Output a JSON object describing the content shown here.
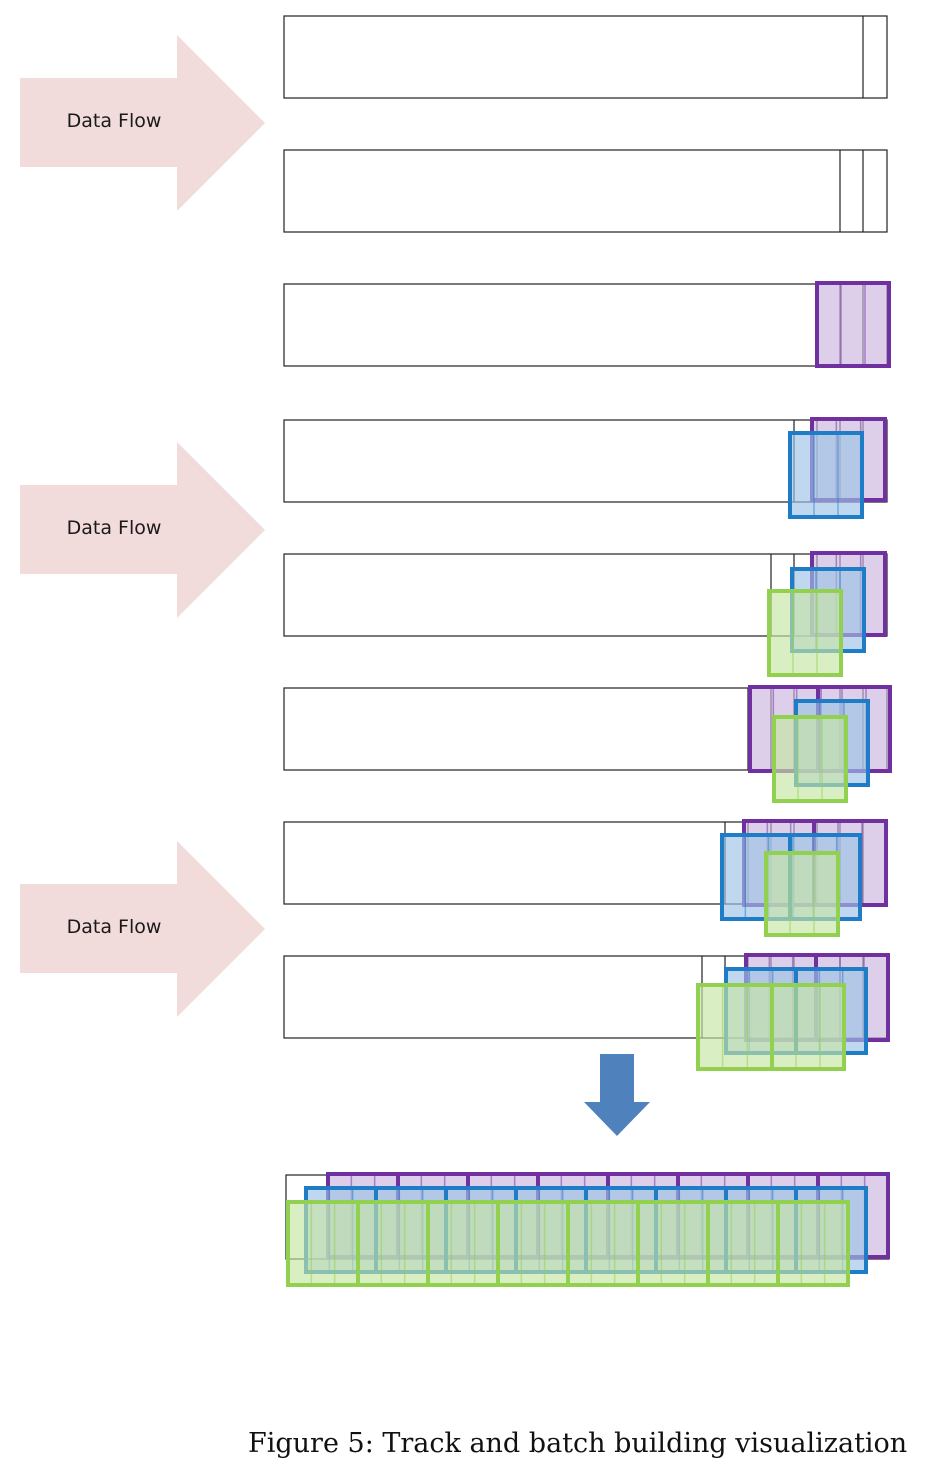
{
  "flow_arrows": [
    {
      "label": "Data Flow"
    },
    {
      "label": "Data Flow"
    },
    {
      "label": "Data Flow"
    }
  ],
  "caption": "Figure 5: Track and batch building visualization",
  "colors": {
    "flow_arrow": "#f2dcdb",
    "purple_fill": "#cbb4dd",
    "purple_stroke": "#7030a0",
    "blue_fill": "#9dc3e6",
    "blue_stroke": "#1f7cc7",
    "green_fill": "#c6e5a5",
    "green_stroke": "#92d050",
    "down_arrow": "#4f81bd",
    "track_border": "#222222"
  },
  "steps": [
    {
      "dividers": 1,
      "batches": []
    },
    {
      "dividers": 2,
      "batches": []
    },
    {
      "dividers": 3,
      "batches": [
        "purple"
      ]
    },
    {
      "dividers": 4,
      "batches": [
        "purple",
        "blue"
      ]
    },
    {
      "dividers": 5,
      "batches": [
        "purple",
        "blue",
        "green"
      ]
    },
    {
      "dividers": 6,
      "batches": [
        "purple",
        "purple",
        "blue",
        "green"
      ]
    },
    {
      "dividers": 7,
      "batches": [
        "purple",
        "purple",
        "blue",
        "blue",
        "green"
      ]
    },
    {
      "dividers": 8,
      "batches": [
        "purple",
        "purple",
        "blue",
        "blue",
        "green",
        "green"
      ]
    }
  ],
  "final_batches": {
    "purple": 8,
    "blue": 8,
    "green": 8
  }
}
